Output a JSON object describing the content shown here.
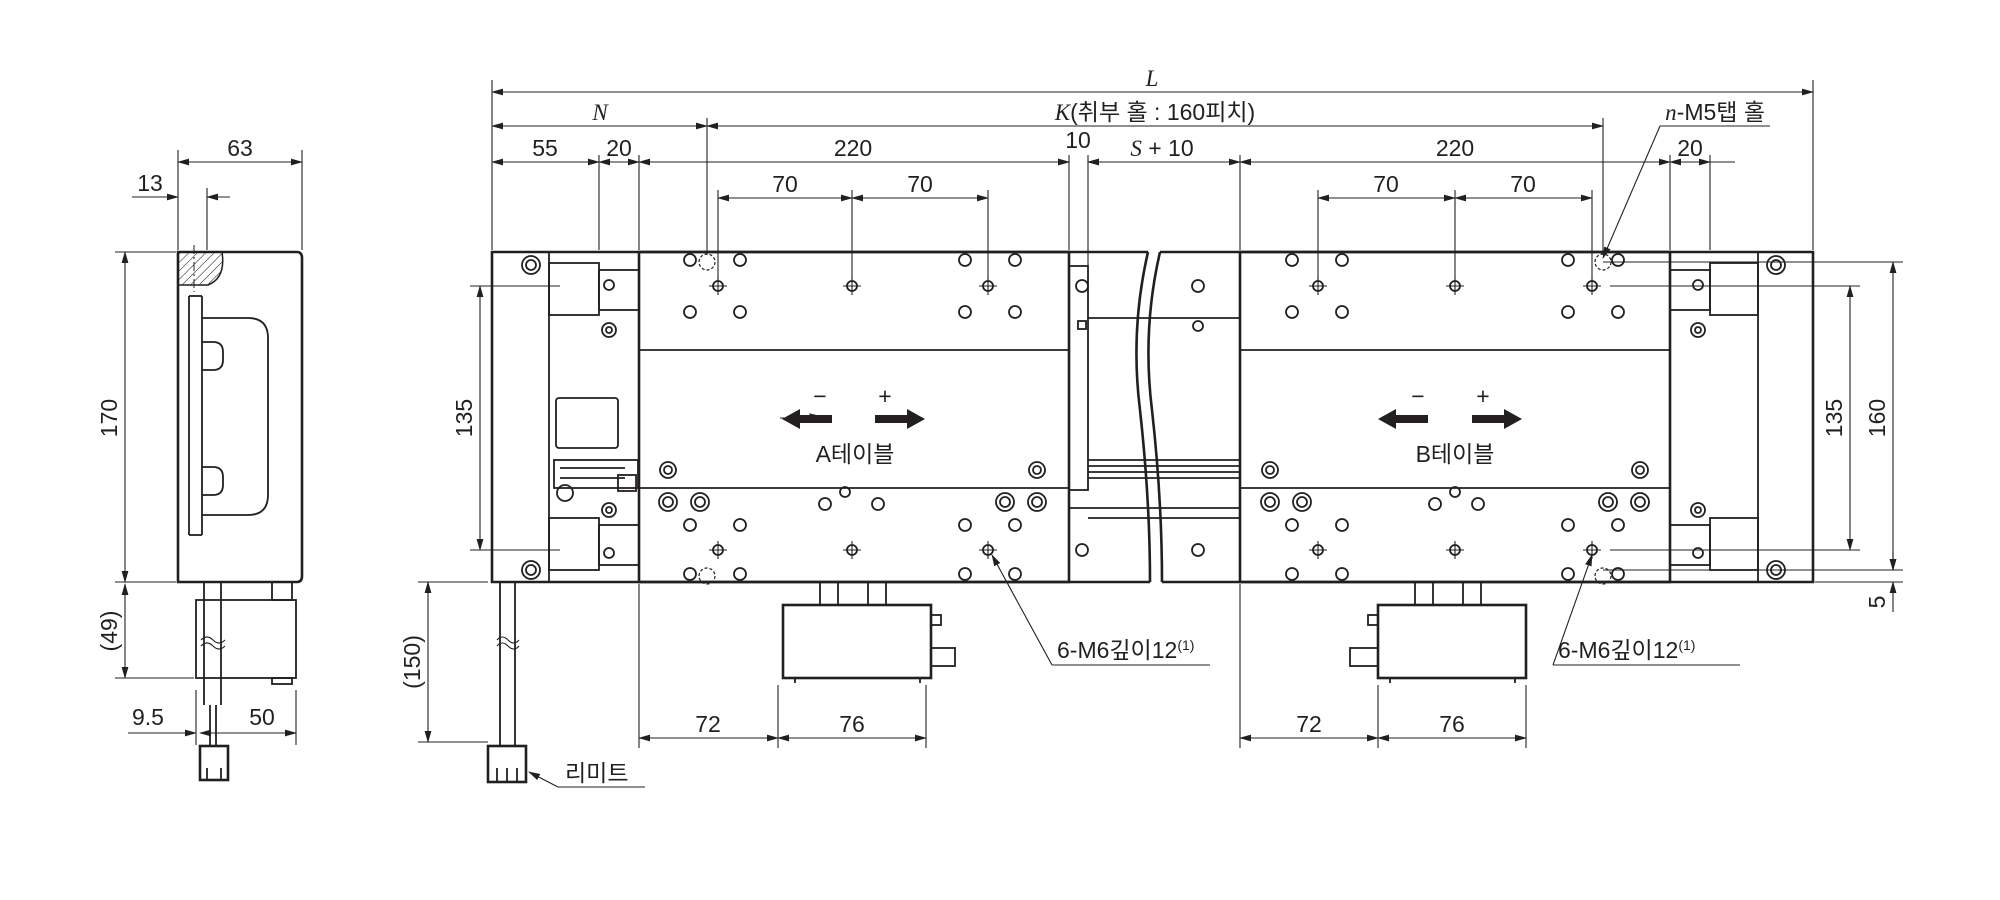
{
  "dims": {
    "L": "L",
    "N": "N",
    "K": "K(취부 홀 : 160피치)",
    "K_italic": "K",
    "K_rest": "(취부 홀 : 160피치)",
    "n_m5": "n-M5탭 홀",
    "n_italic": "n",
    "n_rest": "-M5탭 홀",
    "d55": "55",
    "d20": "20",
    "d220": "220",
    "d10": "10",
    "s10": "S + 10",
    "s_italic": "S",
    "s_rest": " + 10",
    "d70": "70",
    "d63": "63",
    "d13": "13",
    "d170": "170",
    "d49": "(49)",
    "d9_5": "9.5",
    "d50": "50",
    "d135": "135",
    "d150": "(150)",
    "d160": "160",
    "d5": "5",
    "d72": "72",
    "d76": "76"
  },
  "labels": {
    "table_a": "A테이블",
    "table_b": "B테이블",
    "minus": "−",
    "plus": "+",
    "m6_note": "6-M6깊이12",
    "m6_sup": "(1)",
    "limit": "리미트"
  },
  "colors": {
    "line": "#231f20",
    "background": "#ffffff",
    "hatch_fill": "#e6e6e6"
  }
}
